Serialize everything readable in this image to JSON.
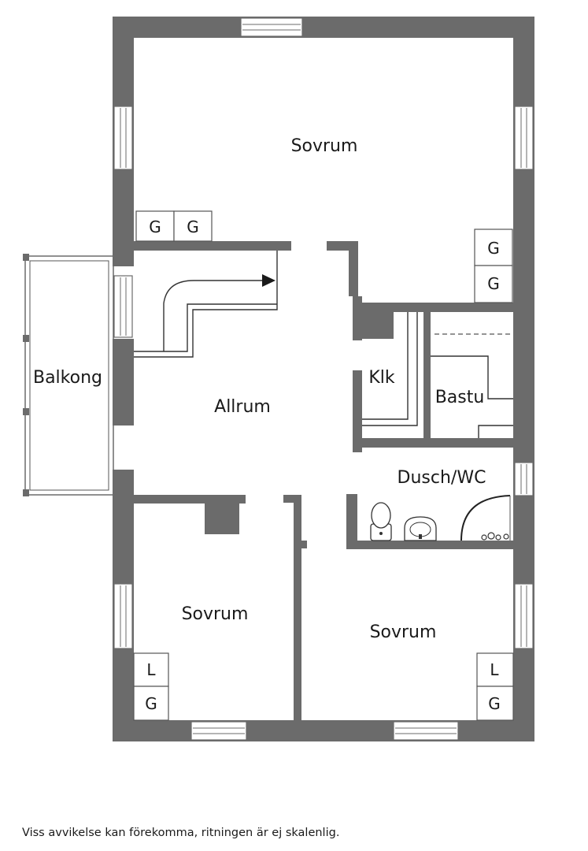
{
  "rooms": {
    "sovrum_top": "Sovrum",
    "balkong": "Balkong",
    "allrum": "Allrum",
    "klk": "Klk",
    "bastu": "Bastu",
    "dusch_wc": "Dusch/WC",
    "sovrum_bottom_left": "Sovrum",
    "sovrum_bottom_right": "Sovrum"
  },
  "closets": {
    "top_left_1": "G",
    "top_left_2": "G",
    "top_right_1": "G",
    "top_right_2": "G",
    "bottom_left_1": "L",
    "bottom_left_2": "G",
    "bottom_right_1": "L",
    "bottom_right_2": "G"
  },
  "footnote": "Viss avvikelse kan förekomma, ritningen är ej skalenlig."
}
